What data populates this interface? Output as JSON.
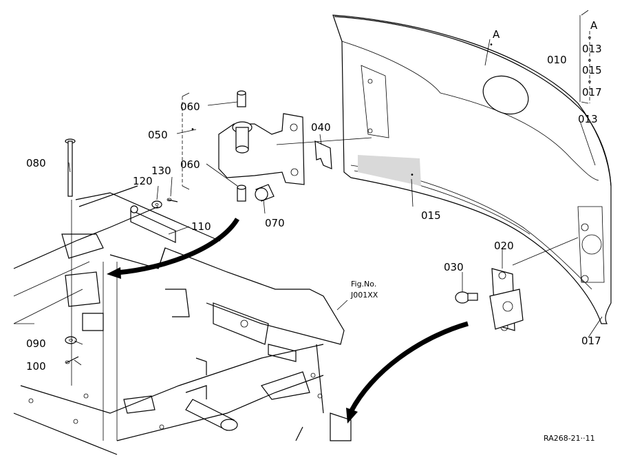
{
  "labels": {
    "A_top": "A",
    "A_hood": "A",
    "p010": "010",
    "p013_list": "013",
    "p015_list": "015",
    "p017_list": "017",
    "p013": "013",
    "p015": "015",
    "p017": "017",
    "p020": "020",
    "p030": "030",
    "p040": "040",
    "p050": "050",
    "p060_top": "060",
    "p060_bot": "060",
    "p070": "070",
    "p080": "080",
    "p090": "090",
    "p100": "100",
    "p110": "110",
    "p120": "120",
    "p130": "130"
  },
  "fig_ref": {
    "line1": "Fig.No.",
    "line2": "J001XX"
  },
  "drawing_number": "RA268-21··11"
}
